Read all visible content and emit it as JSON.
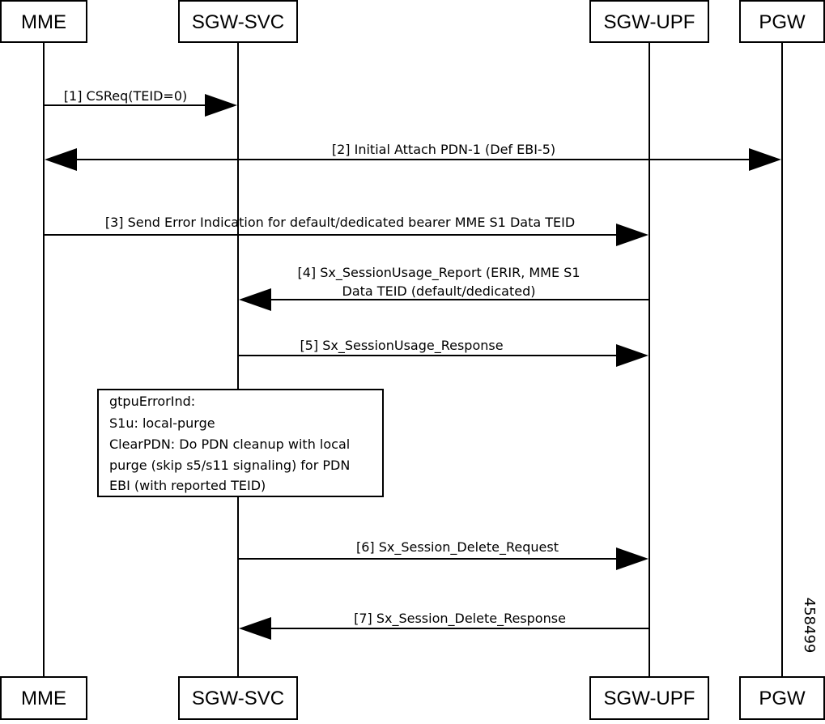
{
  "actors": [
    {
      "id": "mme",
      "label": "MME"
    },
    {
      "id": "sgwsvc",
      "label": "SGW-SVC"
    },
    {
      "id": "sgwupf",
      "label": "SGW-UPF"
    },
    {
      "id": "pgw",
      "label": "PGW"
    }
  ],
  "messages": [
    {
      "label": "[1] CSReq(TEID=0)",
      "from": "MME",
      "to": "SGW-SVC"
    },
    {
      "label": "[2] Initial Attach PDN-1 (Def EBI-5)",
      "from": "MME",
      "to": "PGW",
      "bidirectional": true
    },
    {
      "label": "[3] Send Error Indication for default/dedicated bearer MME S1 Data TEID",
      "from": "MME",
      "to": "SGW-UPF"
    },
    {
      "label_lines": [
        "[4] Sx_SessionUsage_Report (ERIR, MME S1",
        "Data TEID (default/dedicated)"
      ],
      "from": "SGW-UPF",
      "to": "SGW-SVC"
    },
    {
      "label": "[5] Sx_SessionUsage_Response",
      "from": "SGW-SVC",
      "to": "SGW-UPF"
    },
    {
      "label": "[6] Sx_Session_Delete_Request",
      "from": "SGW-SVC",
      "to": "SGW-UPF"
    },
    {
      "label": "[7] Sx_Session_Delete_Response",
      "from": "SGW-UPF",
      "to": "SGW-SVC"
    }
  ],
  "note": {
    "lines": [
      "gtpuErrorInd:",
      "S1u: local-purge",
      "ClearPDN: Do PDN cleanup with local",
      "purge (skip s5/s11 signaling) for PDN",
      "EBI (with reported TEID)"
    ]
  },
  "figure_id": "458499"
}
